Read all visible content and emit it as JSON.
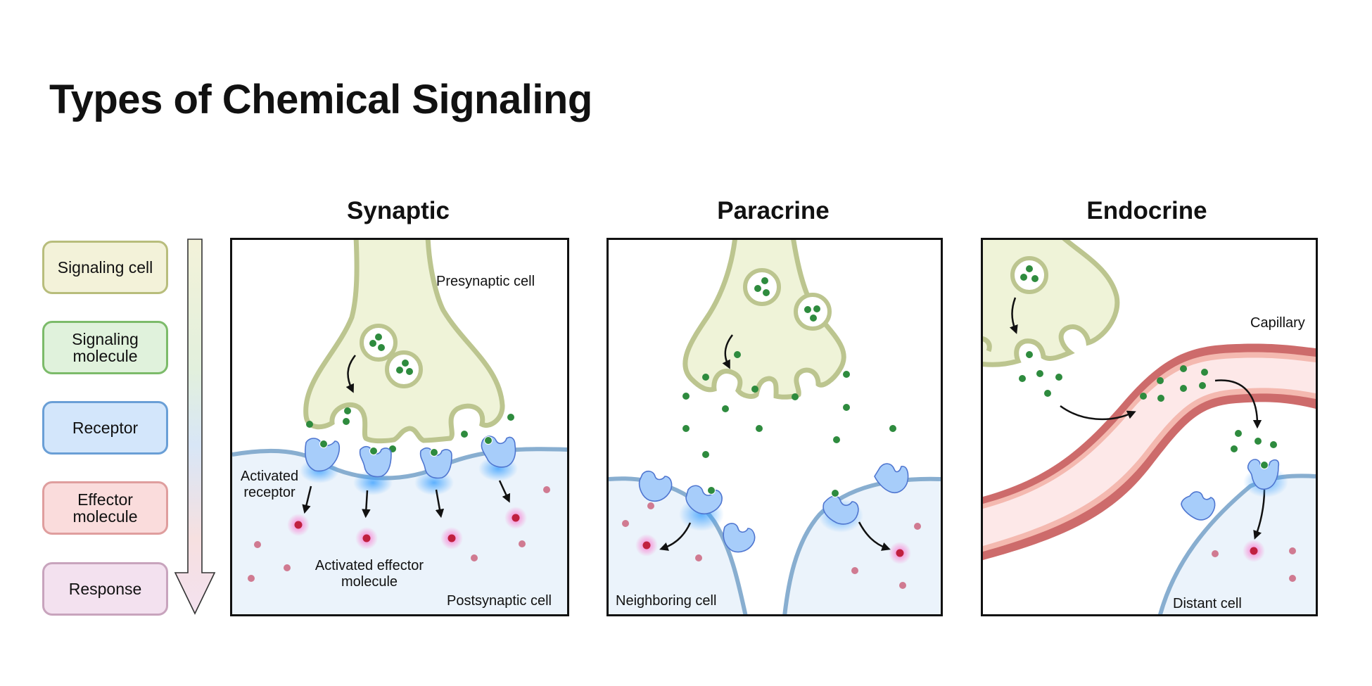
{
  "title": "Types of Chemical Signaling",
  "legend": [
    {
      "label": "Signaling cell",
      "fill": "#f3f2d9",
      "stroke": "#b8bd7c"
    },
    {
      "label": "Signaling molecule",
      "fill": "#e0f2dc",
      "stroke": "#7cbb6a"
    },
    {
      "label": "Receptor",
      "fill": "#d3e6fb",
      "stroke": "#6a9fd6"
    },
    {
      "label": "Effector molecule",
      "fill": "#fadcdc",
      "stroke": "#df9e9e"
    },
    {
      "label": "Response",
      "fill": "#f3e1ef",
      "stroke": "#c8a4bd"
    }
  ],
  "panels": [
    {
      "title": "Synaptic",
      "labels": {
        "presynaptic": "Presynaptic cell",
        "activated_receptor": "Activated receptor",
        "activated_effector": "Activated effector molecule",
        "postsynaptic": "Postsynaptic cell"
      }
    },
    {
      "title": "Paracrine",
      "labels": {
        "neighboring": "Neighboring cell"
      }
    },
    {
      "title": "Endocrine",
      "labels": {
        "capillary": "Capillary",
        "distant": "Distant cell"
      }
    }
  ],
  "colors": {
    "cell_fill": "#eff3d8",
    "cell_stroke": "#bcc58f",
    "molecule": "#2e8b3e",
    "receptor_fill": "#a7cdfa",
    "receptor_stroke": "#4f76d0",
    "membrane": "#88aed0",
    "cytoplasm": "#ebf3fb",
    "effector": "#d07a91",
    "effector_active": "#c0203f",
    "capillary_outer": "#cd6b6b",
    "capillary_inner": "#f4b9b0",
    "capillary_lumen": "#fde8e8"
  }
}
